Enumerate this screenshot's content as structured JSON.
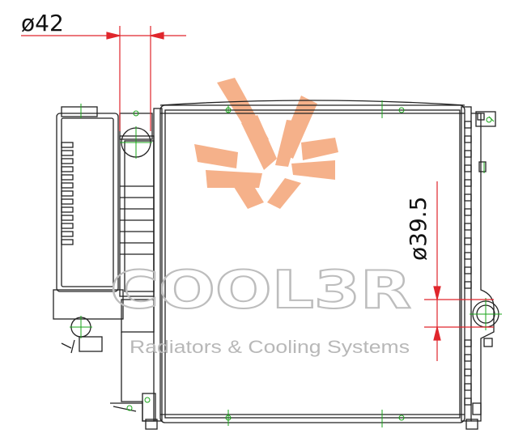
{
  "dimensions": {
    "top_label": "ø42",
    "right_label": "ø39.5"
  },
  "watermark": {
    "brand": "COOL3R",
    "tagline": "Radiators & Cooling Systems",
    "logo_icon": "pinwheel-logo-icon"
  },
  "colors": {
    "line": "#222222",
    "dimension": "#e0262c",
    "center_mark": "#1aa51a",
    "logo": "#f4a476",
    "watermark_text": "#bdbdbd"
  }
}
